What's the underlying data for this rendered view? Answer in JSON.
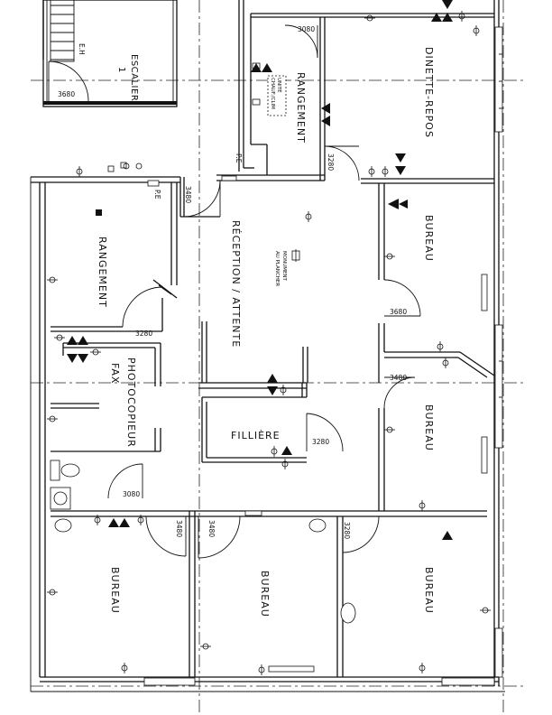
{
  "rooms": {
    "escalier": "ESCALIER",
    "escalier_num": "1",
    "rangement_top": "RANGEMENT",
    "dinette": "DINETTE-REPOS",
    "rangement_left": "RANGEMENT",
    "reception": "RÉCEPTION / ATTENTE",
    "bureau_right_top": "BUREAU",
    "photocopieur": "PHOTOCOPIEUR",
    "fax": "FAX",
    "filliere": "FILLIÈRE",
    "bureau_right_mid": "BUREAU",
    "bureau_bottom_left": "BUREAU",
    "bureau_bottom_mid": "BUREAU",
    "bureau_bottom_right": "BUREAU"
  },
  "notes": {
    "eh": "E.H",
    "unite_l1": "UNITÉ",
    "unite_l2": "CHAUF./CLIM",
    "pe_top": "P.E",
    "pe_left": "P.E",
    "monument_l1": "MONUMENT",
    "monument_l2": "AU PLANCHER"
  },
  "doors": {
    "d_escalier": "3680",
    "d_rangement_top": "3080",
    "d_dinette": "3280",
    "d_rangement_left": "3480",
    "d_rangement_left2": "3280",
    "d_bureau_top": "3680",
    "d_photocopieur": "3280",
    "d_bureau_mid": "3480",
    "d_filliere": "3280",
    "d_wc": "3080",
    "d_bureau_bl": "3480",
    "d_bureau_bm": "3480",
    "d_bureau_br": "3280"
  }
}
